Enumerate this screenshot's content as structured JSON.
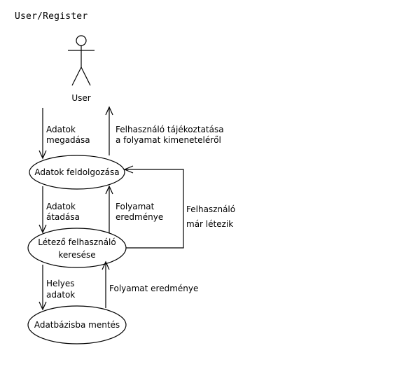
{
  "diagram": {
    "title": "User/Register",
    "actor": {
      "label": "User"
    },
    "processes": {
      "process_input": "Adatok feldolgozása",
      "search_user_line1": "Létező felhasználó",
      "search_user_line2": "keresése",
      "save_db": "Adatbázisba mentés"
    },
    "flows": {
      "provide_data_line1": "Adatok",
      "provide_data_line2": "megadása",
      "inform_user_line1": "Felhasználó tájékoztatása",
      "inform_user_line2": "a folyamat kimeneteléről",
      "pass_data_line1": "Adatok",
      "pass_data_line2": "átadása",
      "process_result_line1": "Folyamat",
      "process_result_line2": "eredménye",
      "user_exists_line1": "Felhasználó",
      "user_exists_line2": "már létezik",
      "valid_data_line1": "Helyes",
      "valid_data_line2": "adatok",
      "db_result": "Folyamat eredménye"
    }
  }
}
